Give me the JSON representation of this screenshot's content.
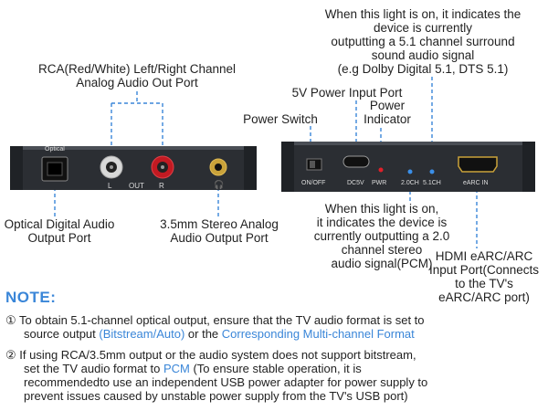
{
  "labels": {
    "rca": "RCA(Red/White) Left/Right Channel\nAnalog Audio Out Port",
    "optical": "Optical Digital Audio\nOutput Port",
    "stereo35": "3.5mm Stereo Analog\nAudio Output Port",
    "power_switch": "Power Switch",
    "power_input": "5V Power Input Port",
    "power_indicator": "Power\nIndicator",
    "light_51": "When this light is on, it indicates the\ndevice is currently\noutputting a 5.1 channel surround\nsound audio signal\n(e.g Dolby Digital 5.1, DTS 5.1)",
    "light_20": "When this light is on,\nit indicates the device is\ncurrently outputting a 2.0\nchannel stereo\naudio signal(PCM)",
    "hdmi": "HDMI eARC/ARC\nInput Port(Connects\nto the TV's\neARC/ARC port)"
  },
  "device_left": {
    "optical_label": "Optical",
    "l": "L",
    "out": "OUT",
    "r": "R"
  },
  "device_right": {
    "onoff": "ON/OFF",
    "dc5v": "DC5V",
    "pwr": "PWR",
    "ch20": "2.0CH",
    "ch51": "5.1CH",
    "earc": "eARC IN"
  },
  "note": {
    "title": "NOTE:",
    "n1": "①",
    "n1_a": "To obtain 5.1-channel optical output, ensure that the TV audio format is set to",
    "n1_b": "source output ",
    "n1_c": "(Bitstream/Auto)",
    "n1_d": " or the ",
    "n1_e": "Corresponding Multi-channel Format",
    "n2": "②",
    "n2_a": "If using RCA/3.5mm output or the audio system does not support bitstream,",
    "n2_b": "set the TV audio format to ",
    "n2_c": "PCM",
    "n2_d": " (To ensure stable operation, it is",
    "n2_e": "recommendedto use an independent USB power adapter for power supply to",
    "n2_f": "prevent issues caused by unstable power supply from the TV's USB port)"
  },
  "colors": {
    "accent": "#3a86d8",
    "device": "#2b2e33",
    "led_red": "#e0202a",
    "led_blue": "#3b8fe8"
  }
}
